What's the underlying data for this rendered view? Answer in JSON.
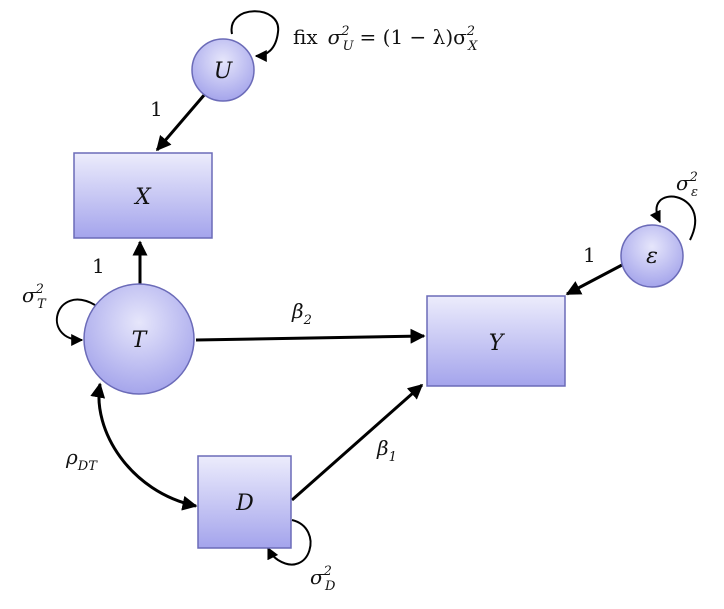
{
  "nodes": {
    "U": {
      "label": "U"
    },
    "X": {
      "label": "X"
    },
    "T": {
      "label": "T"
    },
    "Y": {
      "label": "Y"
    },
    "D": {
      "label": "D"
    },
    "eps": {
      "label": "ε"
    }
  },
  "edges": {
    "u_to_x": {
      "label": "1"
    },
    "t_to_x": {
      "label": "1"
    },
    "t_to_y": {
      "label": "β",
      "sub": "2"
    },
    "d_to_y": {
      "label": "β",
      "sub": "1"
    },
    "eps_to_y": {
      "label": "1"
    },
    "t_d_corr": {
      "label": "ρ",
      "sub": "DT"
    }
  },
  "variances": {
    "U": {
      "prefix": "fix",
      "sigma": "σ",
      "sub": "U",
      "sup": "2",
      "rhs": "= (1 − λ)σ",
      "rhs_sub": "X",
      "rhs_sup": "2"
    },
    "T": {
      "sigma": "σ",
      "sub": "T",
      "sup": "2"
    },
    "eps": {
      "sigma": "σ",
      "sub": "ε",
      "sup": "2"
    },
    "D": {
      "sigma": "σ",
      "sub": "D",
      "sup": "2"
    }
  },
  "colors": {
    "fill_top": "#e8e8fb",
    "fill_bottom": "#a7a7ee",
    "stroke": "#6b6bb8"
  }
}
